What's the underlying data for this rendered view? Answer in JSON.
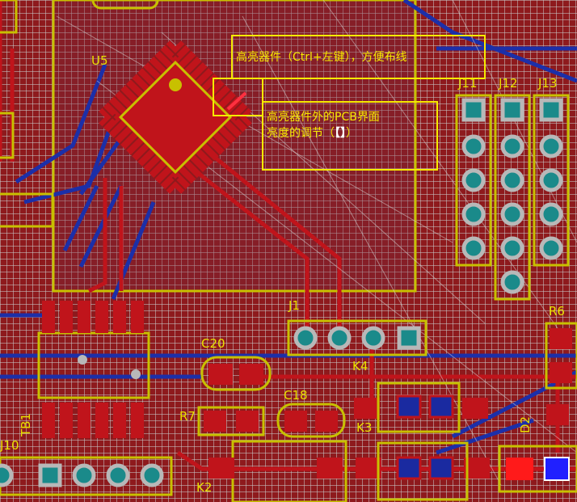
{
  "annotations": {
    "highlight_note": "高亮器件（Ctrl+左键），方便布线",
    "brightness_note_line1": "高亮器件外的PCB界面",
    "brightness_note_line2_prefix": "亮度的调节（",
    "brightness_note_keys": "【】",
    "brightness_note_line2_suffix": "）"
  },
  "designators": {
    "u5": "U5",
    "j11": "J11",
    "j12": "J12",
    "j13": "J13",
    "j1": "J1",
    "c20": "C20",
    "c18": "C18",
    "r7": "R7",
    "k4": "K4",
    "k3": "K3",
    "k2": "K2",
    "r6": "R6",
    "d2": "D2",
    "tb1": "TB1",
    "j10": "J10"
  },
  "colors": {
    "board": "#8e1a1d",
    "silkscreen": "#c8c000",
    "top_copper": "#c0141b",
    "bottom_copper": "#1c2fa8",
    "annotation": "#f6ea00",
    "highlight_pad": "#ff1a1a",
    "pad_teal": "#1a8a8a"
  }
}
